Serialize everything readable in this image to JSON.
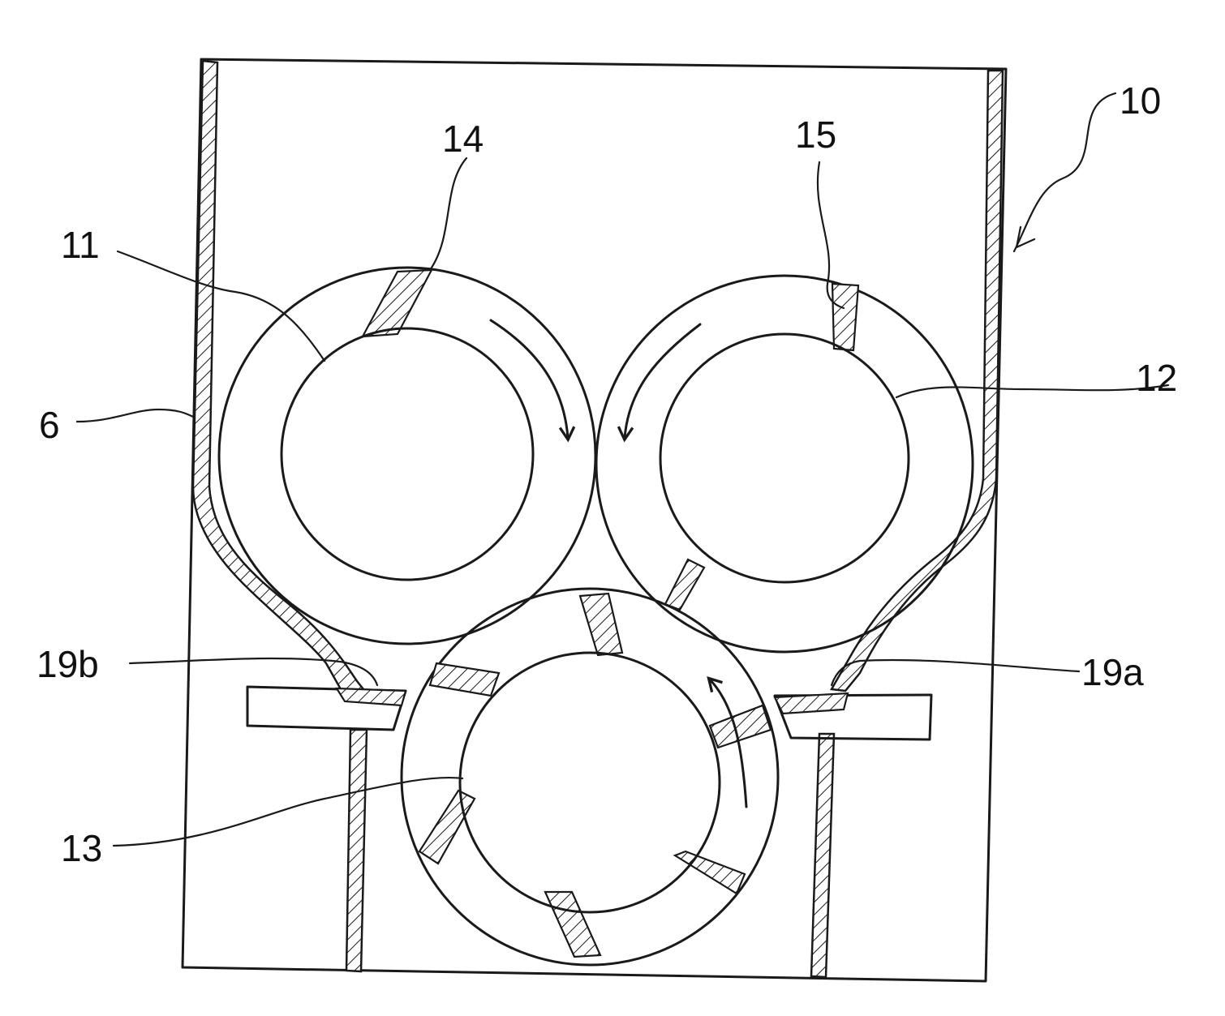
{
  "labels": {
    "housing": "10",
    "roller_11": "11",
    "roller_12": "12",
    "roller_13": "13",
    "blade_14": "14",
    "blade_15": "15",
    "wall_6": "6",
    "scraper_19a": "19a",
    "scraper_19b": "19b"
  },
  "colors": {
    "line": "#1a1a1a",
    "background": "#ffffff"
  }
}
